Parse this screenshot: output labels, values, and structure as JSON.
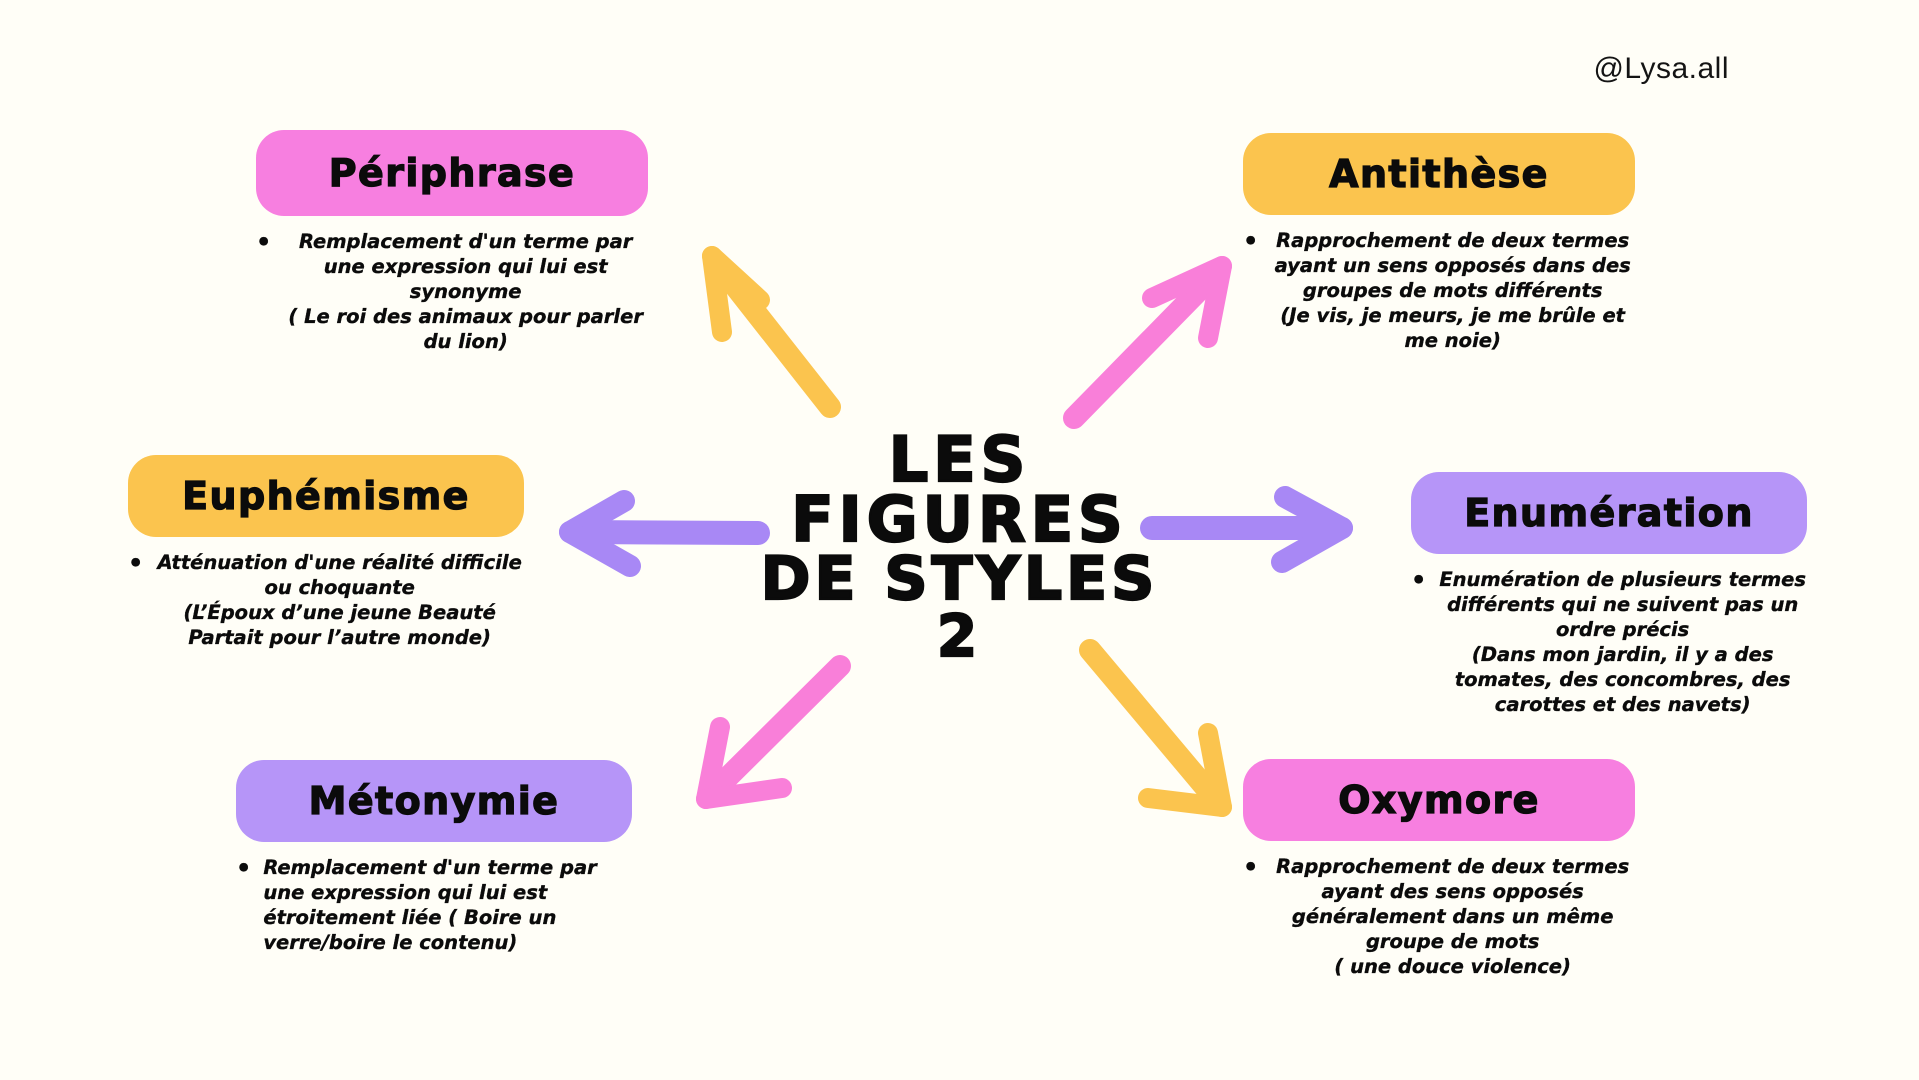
{
  "background_color": "#FFFEF7",
  "watermark": "@Lysa.all",
  "center": {
    "line1": "LES",
    "line2": "FIGURES",
    "line3": "DE STYLES",
    "line4": "2"
  },
  "palette": {
    "pink": "#F77FE0",
    "yellow": "#FBC44E",
    "purple": "#B695F8",
    "text": "#0B0B0B",
    "background": "#FFFEF7"
  },
  "nodes": [
    {
      "id": "periphrase",
      "title": "Périphrase",
      "color": "#F77FE0",
      "color_name": "pink",
      "description": "Remplacement d'un terme par une expression qui lui est synonyme\n( Le roi des animaux pour parler du lion)",
      "bullet": "•",
      "align": "center",
      "position": "top-left"
    },
    {
      "id": "antithese",
      "title": "Antithèse",
      "color": "#FBC44E",
      "color_name": "yellow",
      "description": "Rapprochement de deux termes ayant un sens opposés dans des groupes de mots différents\n(Je vis, je meurs, je me brûle et me noie)",
      "bullet": "•",
      "align": "center",
      "position": "top-right"
    },
    {
      "id": "euphemisme",
      "title": "Euphémisme",
      "color": "#FBC44E",
      "color_name": "yellow",
      "description": "Atténuation d'une réalité difficile ou choquante\n(L’Époux d’une jeune Beauté Partait pour l’autre monde)",
      "bullet": "•",
      "align": "center",
      "position": "middle-left"
    },
    {
      "id": "enumeration",
      "title": "Enumération",
      "color": "#B695F8",
      "color_name": "purple",
      "description": "Enumération de plusieurs termes différents qui ne suivent pas un ordre précis\n(Dans mon jardin, il y a des tomates, des concombres, des carottes et des navets)",
      "bullet": "•",
      "align": "center",
      "position": "middle-right"
    },
    {
      "id": "metonymie",
      "title": "Métonymie",
      "color": "#B695F8",
      "color_name": "purple",
      "description": "Remplacement d'un terme par une expression qui lui est étroitement liée ( Boire un verre/boire le contenu)",
      "bullet": "•",
      "align": "left",
      "position": "bottom-left"
    },
    {
      "id": "oxymore",
      "title": "Oxymore",
      "color": "#F77FE0",
      "color_name": "pink",
      "description": "Rapprochement de deux termes ayant des sens opposés généralement dans un même groupe de mots\n( une douce violence)",
      "bullet": "•",
      "align": "center",
      "position": "bottom-right"
    }
  ],
  "arrows": [
    {
      "id": "arrow-to-periphrase",
      "color": "#FBC44E",
      "direction": "up-left",
      "target": "periphrase"
    },
    {
      "id": "arrow-to-antithese",
      "color": "#F77FE0",
      "direction": "up-right",
      "target": "antithese"
    },
    {
      "id": "arrow-to-euphemisme",
      "color": "#A888F5",
      "direction": "left",
      "target": "euphemisme"
    },
    {
      "id": "arrow-to-enumeration",
      "color": "#A888F5",
      "direction": "right",
      "target": "enumeration"
    },
    {
      "id": "arrow-to-metonymie",
      "color": "#F77FE0",
      "direction": "down-left",
      "target": "metonymie"
    },
    {
      "id": "arrow-to-oxymore",
      "color": "#FBC44E",
      "direction": "down-right",
      "target": "oxymore"
    }
  ]
}
